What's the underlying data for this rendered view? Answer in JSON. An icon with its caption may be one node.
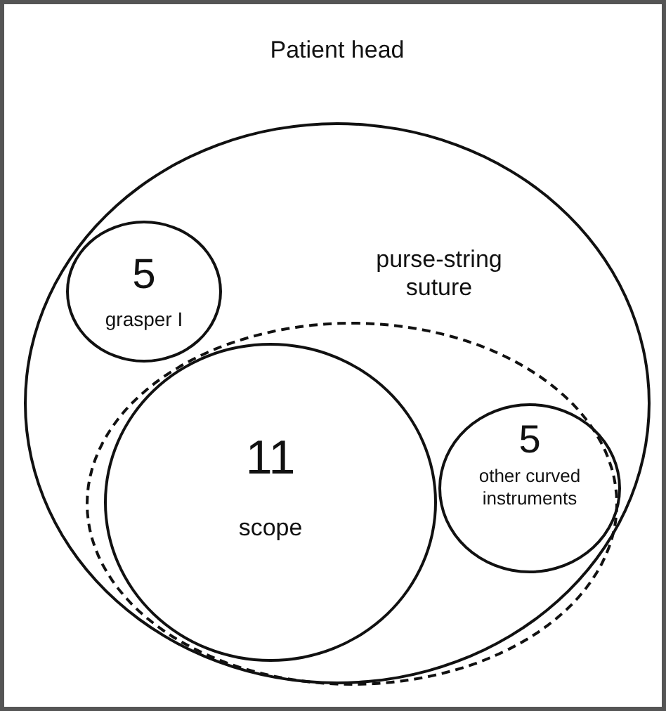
{
  "diagram": {
    "nodes": [
      {
        "text": [
          "Patient head"
        ]
      },
      {
        "text": [
          "5",
          "grasper I"
        ],
        "in": 0
      },
      {
        "text": [
          "purse-string suture"
        ],
        "in": 0
      },
      {
        "text": [
          "11",
          "scope"
        ],
        "in": 2
      },
      {
        "text": [
          "5",
          "other curved instruments"
        ],
        "in": 2
      }
    ]
  }
}
